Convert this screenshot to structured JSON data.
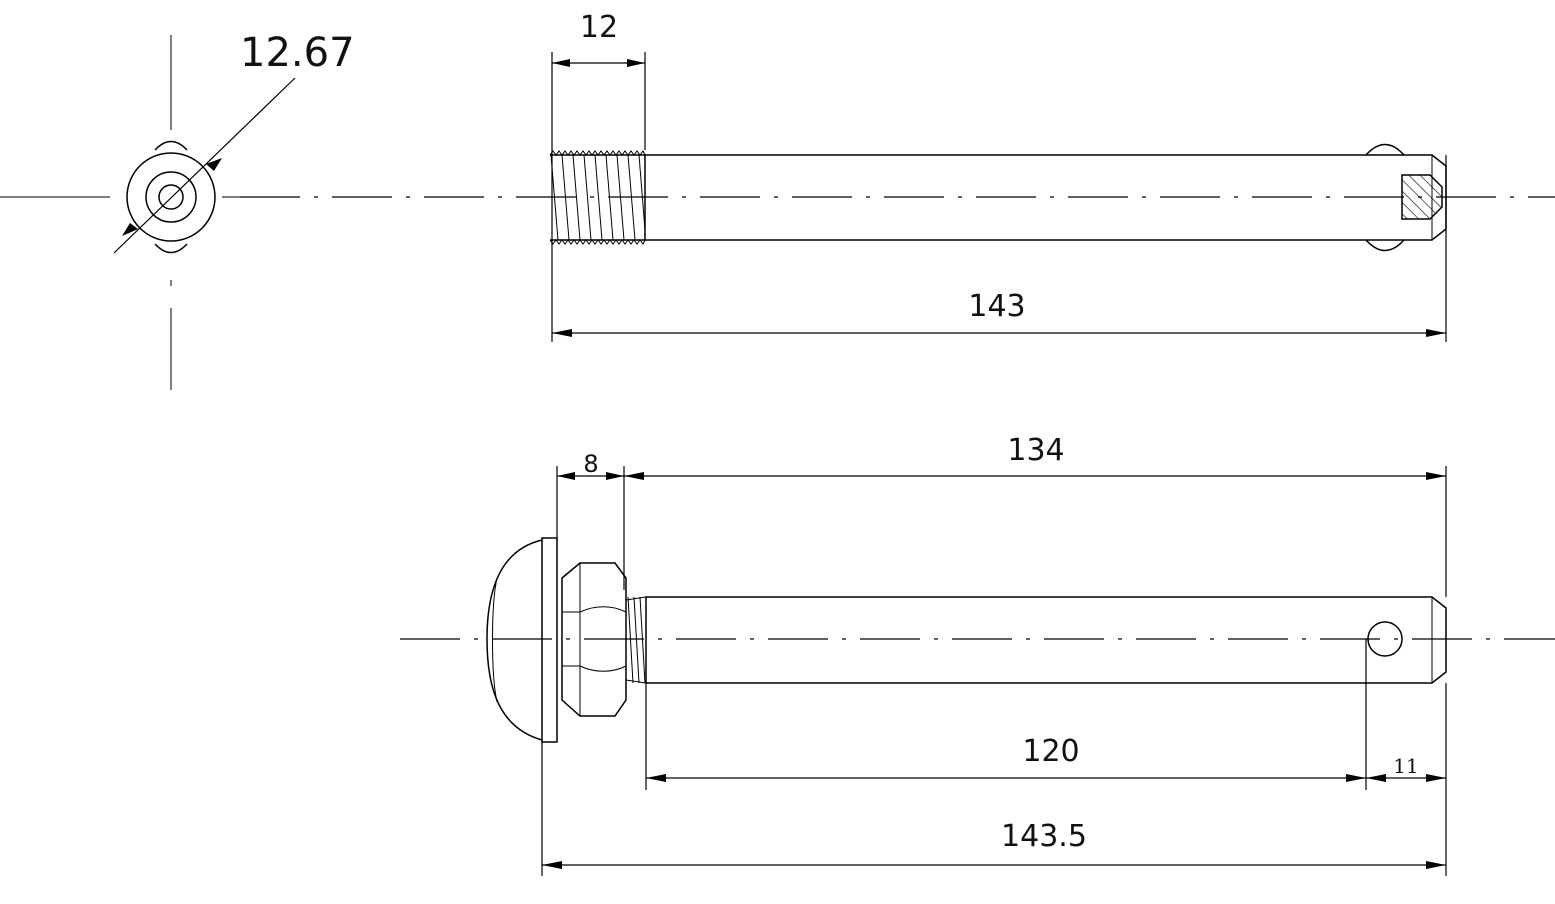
{
  "dimensions": {
    "diameter": "12.67",
    "thread_length_top": "12",
    "overall_length_top": "143",
    "nut_width": "8",
    "pin_length_bottom": "134",
    "thread_to_hole": "120",
    "hole_to_end": "11",
    "overall_length_bottom": "143.5"
  }
}
